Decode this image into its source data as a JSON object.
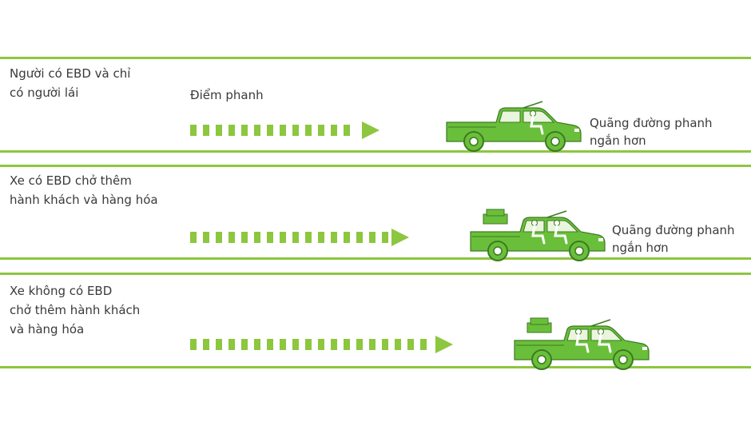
{
  "rows": [
    {
      "label": "Người có EBD và chỉ\ncó người lái",
      "brake_point": "Điểm phanh",
      "result": "Quãng đường phanh\nngắn hơn",
      "passengers": 1,
      "cargo": false
    },
    {
      "label": "Xe có EBD chở thêm\nhành khách và hàng hóa",
      "result": "Quãng đường phanh\nngắn hơn",
      "passengers": 2,
      "cargo": true
    },
    {
      "label": "Xe không có EBD\nchở thêm hành khách\nvà hàng hóa",
      "passengers": 2,
      "cargo": true
    }
  ],
  "colors": {
    "accent": "#8dc63f",
    "truck": "#6abf3a",
    "truck_dark": "#3d7a22",
    "text": "#3a3a3a"
  },
  "icons": [
    "pickup-truck-icon",
    "dashed-arrow-icon"
  ]
}
